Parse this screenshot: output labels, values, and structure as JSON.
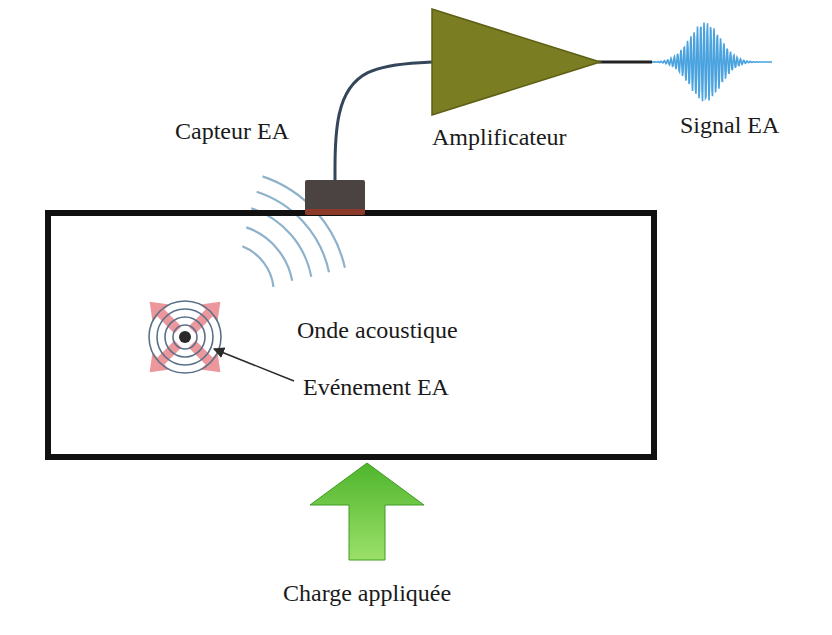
{
  "diagram": {
    "nodes": [
      {
        "text": [
          "Onde acoustique",
          "Evénement EA"
        ]
      },
      {
        "text": [
          "Capteur EA"
        ]
      },
      {
        "text": [
          "Amplificateur"
        ]
      }
    ],
    "edges": [
      {
        "from": 1,
        "to": 2,
        "arrow": "none"
      }
    ],
    "labels": [
      "Signal EA",
      "Charge appliquée"
    ]
  }
}
